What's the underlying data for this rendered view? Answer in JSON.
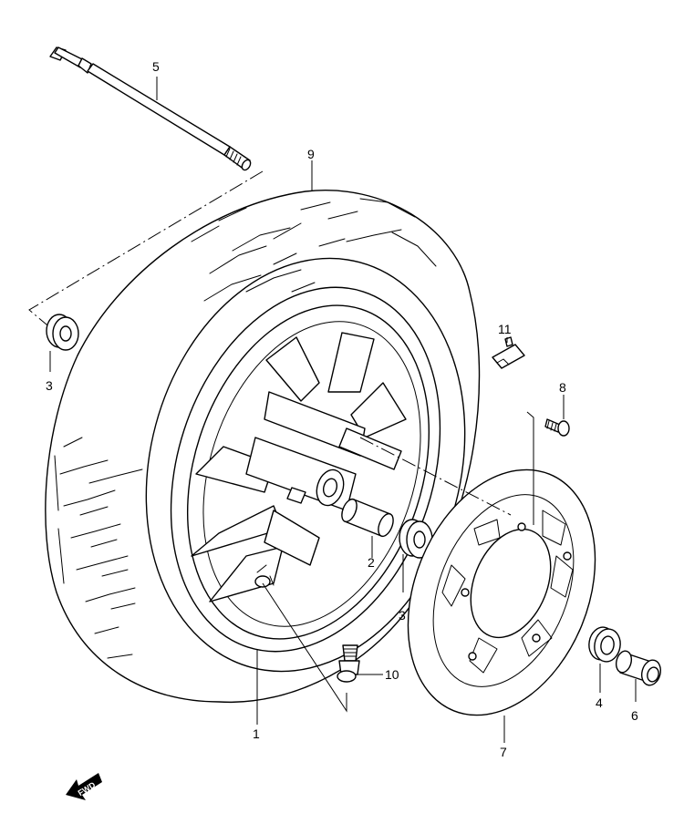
{
  "diagram": {
    "callouts": {
      "wheel": "1",
      "spacer": "2",
      "bearing_left": "3",
      "bearing_right": "3",
      "dust_seal": "4",
      "axle": "5",
      "collar": "6",
      "brake_disc": "7",
      "disc_bolt": "8",
      "tire": "9",
      "valve": "10",
      "balancer_weight": "11"
    },
    "fwd_label": "FWD",
    "colors": {
      "line": "#000000",
      "paper": "#ffffff"
    }
  }
}
